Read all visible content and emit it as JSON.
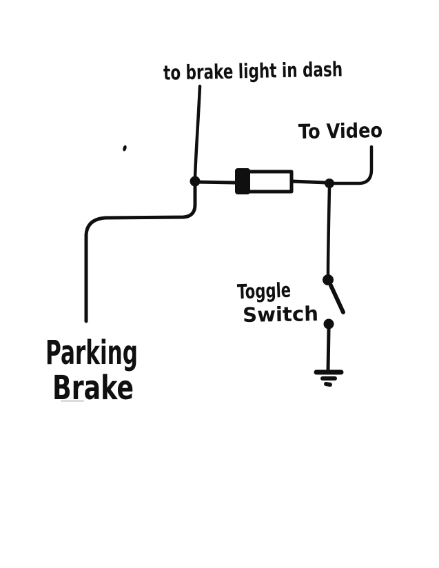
{
  "page": {
    "paper_color": "#ffffff",
    "ink_color": "#0f0f0f",
    "description_labels_only": "hand-drawn wiring sketch"
  },
  "diagram": {
    "labels": {
      "brake_light": "to brake light in dash",
      "video": "To Video",
      "toggle_switch": {
        "line1": "Toggle",
        "line2": "Switch"
      },
      "parking_brake": {
        "line1": "Parking",
        "line2": "Brake"
      }
    },
    "components": {
      "diode": "diode-cathode-band-left",
      "switch": "toggle-switch-open",
      "ground": "earth-ground-symbol",
      "junction_left": "wire-junction-dot",
      "junction_right": "wire-junction-dot"
    }
  }
}
